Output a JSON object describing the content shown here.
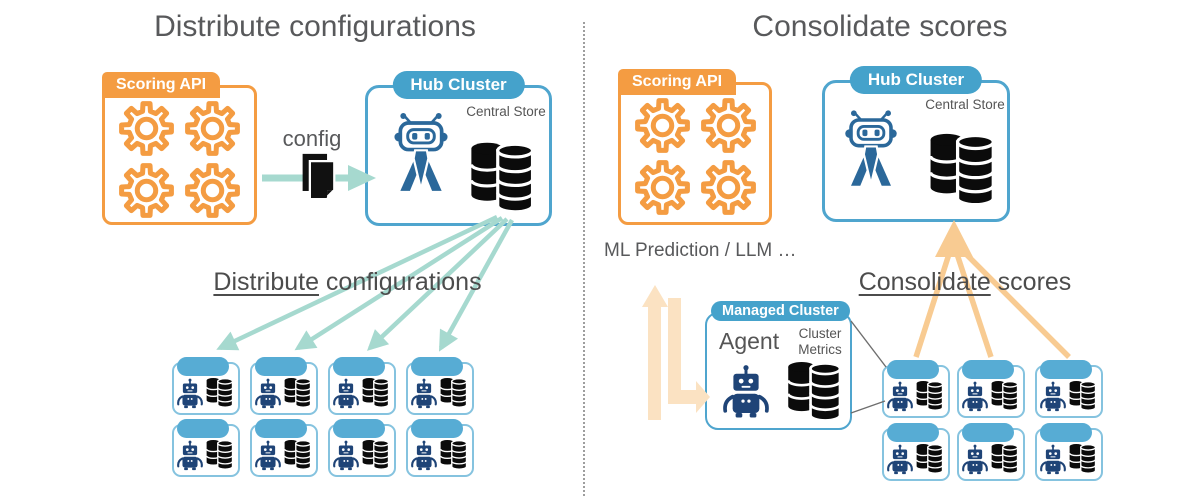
{
  "left": {
    "title": "Distribute configurations",
    "scoring_api_label": "Scoring API",
    "config_label": "config",
    "hub_label": "Hub Cluster",
    "central_store_label": "Central Store",
    "flow_underlined": "Distribute",
    "flow_rest": " configurations"
  },
  "right": {
    "title": "Consolidate scores",
    "scoring_api_label": "Scoring API",
    "hub_label": "Hub Cluster",
    "central_store_label": "Central Store",
    "ml_label": "ML Prediction / LLM …",
    "managed_label": "Managed Cluster",
    "agent_label": "Agent",
    "metrics_label": "Cluster Metrics",
    "flow_underlined": "Consolidate",
    "flow_rest": " scores"
  },
  "colors": {
    "orange": "#F49C42",
    "blue": "#45A2CB",
    "light_blue_border": "#85C3DF",
    "teal_arrow": "#A6D9CF",
    "peach_arrow": "#F8CB92",
    "pale_peach_arrow": "#FBE2C2",
    "navy_robot": "#1F4477",
    "hub_robot_blue": "#2B689A",
    "text_gray": "#58595B"
  },
  "icons": {
    "gear": "gear-icon",
    "hub_robot": "robot-icon",
    "worker_robot": "robot-icon",
    "database": "database-stack-icon",
    "config_document": "config-file-icon"
  }
}
